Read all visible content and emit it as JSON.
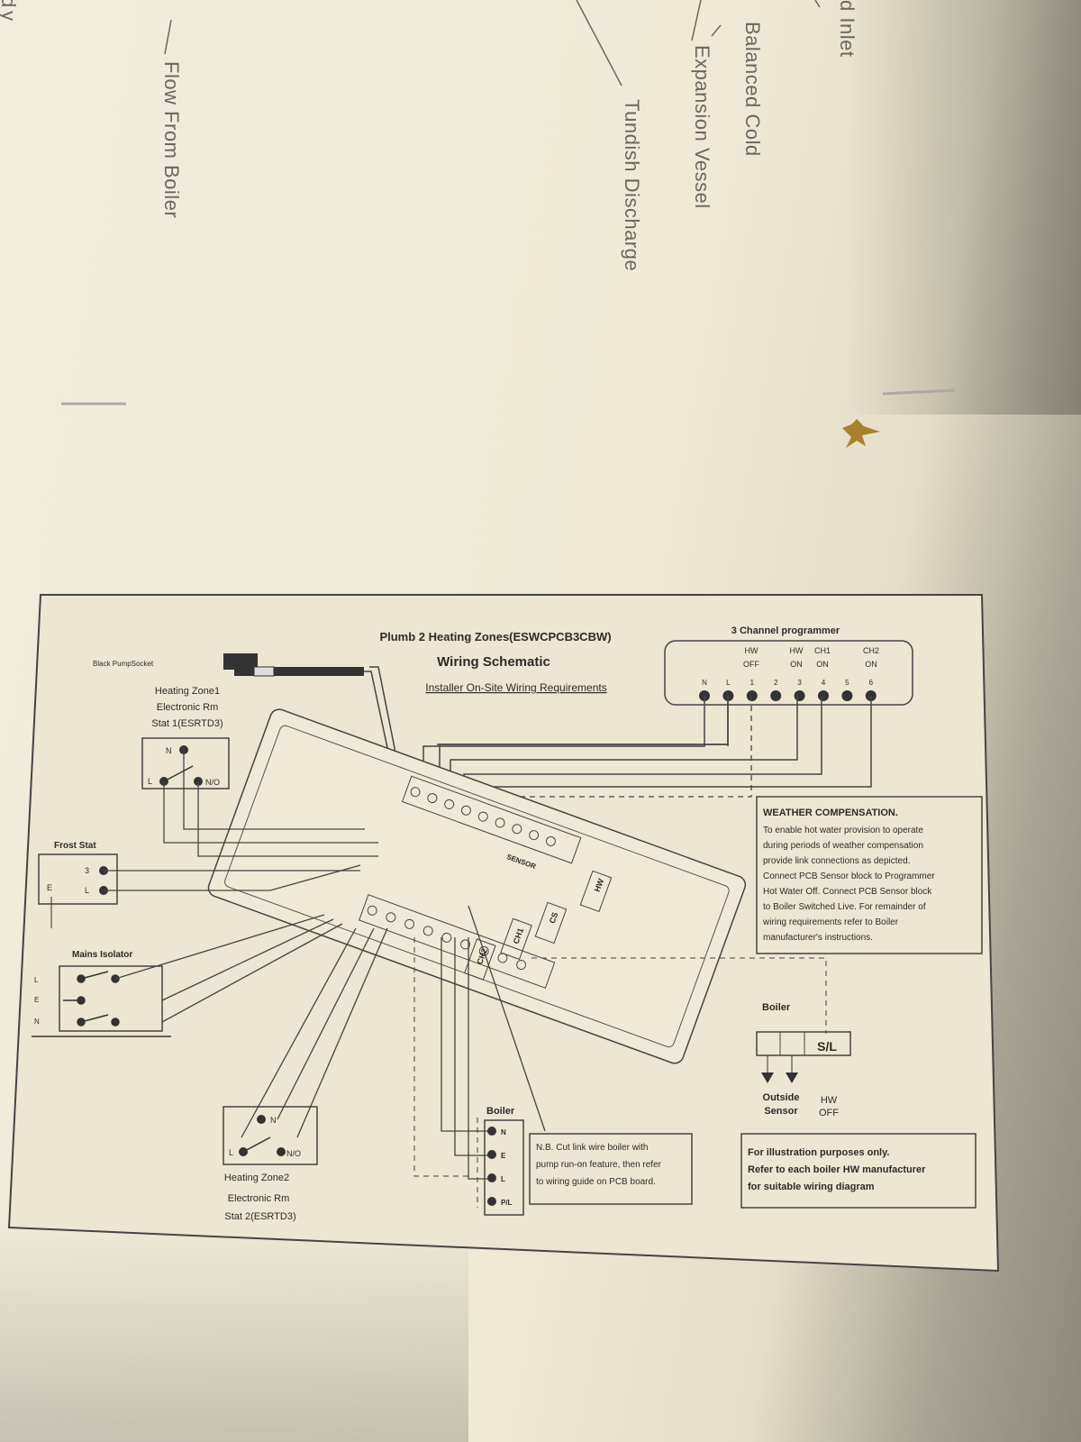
{
  "top_labels": {
    "partial_left_1": "d",
    "partial_left_2": "y",
    "flow_from_boiler": "Flow From Boiler",
    "tundish_discharge": "Tundish Discharge",
    "expansion_vessel": "Expansion Vessel",
    "balanced_cold": "Balanced Cold",
    "cold_inlet": "d Inlet"
  },
  "schematic": {
    "title": "Plumb 2 Heating Zones(ESWCPCB3CBW)",
    "subtitle": "Wiring Schematic",
    "requirements": "Installer On-Site Wiring Requirements",
    "pump_socket": "Black PumpSocket",
    "zone1": {
      "line1": "Heating Zone1",
      "line2": "Electronic Rm",
      "line3": "Stat 1(ESRTD3)",
      "n": "N",
      "l": "L",
      "no": "N/O"
    },
    "zone2": {
      "line1": "Heating Zone2",
      "line2": "Electronic Rm",
      "line3": "Stat 2(ESRTD3)",
      "n": "N",
      "l": "L",
      "no": "N/O"
    },
    "frost_stat": {
      "label": "Frost Stat",
      "t3": "3",
      "tl": "L",
      "te": "E"
    },
    "mains_isolator": {
      "label": "Mains Isolator",
      "l": "L",
      "e": "E",
      "n": "N"
    },
    "programmer": {
      "title": "3 Channel programmer",
      "channel_labels": [
        {
          "top": "HW",
          "bottom": "OFF"
        },
        {
          "top": "HW",
          "bottom": "ON"
        },
        {
          "top": "CH1",
          "bottom": "ON"
        },
        {
          "top": "CH2",
          "bottom": "ON"
        }
      ],
      "terminals": [
        "N",
        "L",
        "1",
        "2",
        "3",
        "4",
        "5",
        "6"
      ]
    },
    "pcb_labels": {
      "sensor": "SENSOR",
      "hw": "HW",
      "cs": "CS",
      "ch1": "CH1",
      "ch2": "CH2"
    },
    "weather": {
      "title": "WEATHER COMPENSATION.",
      "lines": [
        "To enable hot water provision to operate",
        "during periods of weather compensation",
        "provide link connections as depicted.",
        "Connect PCB Sensor block to Programmer",
        "Hot Water Off. Connect PCB Sensor block",
        "to Boiler Switched Live. For remainder of",
        "wiring requirements refer to Boiler",
        "manufacturer's instructions."
      ]
    },
    "boiler_right": {
      "label": "Boiler",
      "sl": "S/L",
      "outside1": "Outside",
      "outside2": "Sensor",
      "hw1": "HW",
      "hw2": "OFF"
    },
    "boiler_bottom": {
      "label": "Boiler",
      "terminals": [
        "N",
        "E",
        "L",
        "P/L"
      ]
    },
    "nb_note": [
      "N.B. Cut link wire boiler with",
      "pump run-on feature, then refer",
      "to wiring guide on PCB board."
    ],
    "disclaimer": [
      "For illustration purposes only.",
      "Refer to each boiler HW manufacturer",
      "for suitable wiring diagram"
    ]
  }
}
